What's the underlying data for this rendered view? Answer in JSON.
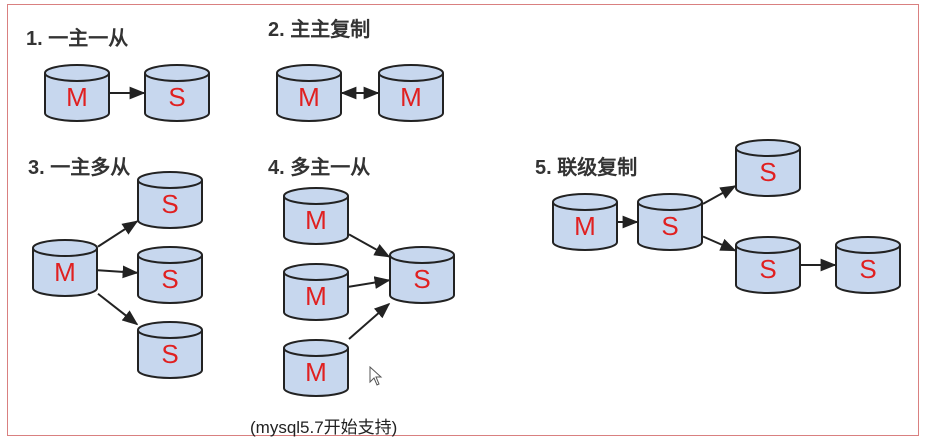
{
  "colors": {
    "cylinder_fill": "#c7d7ee",
    "cylinder_stroke": "#222222",
    "letter": "#e02020",
    "arrow": "#222222",
    "frame_border": "#d98080"
  },
  "sections": [
    {
      "id": "s1",
      "label": "1. 一主一从"
    },
    {
      "id": "s2",
      "label": "2. 主主复制"
    },
    {
      "id": "s3",
      "label": "3. 一主多从"
    },
    {
      "id": "s4",
      "label": "4. 多主一从"
    },
    {
      "id": "s5",
      "label": "5. 联级复制"
    }
  ],
  "roles": {
    "master": "M",
    "slave": "S"
  },
  "note": "(mysql5.7开始支持)",
  "nodes": [
    {
      "id": "n1",
      "role": "master"
    },
    {
      "id": "n2",
      "role": "slave"
    },
    {
      "id": "n3",
      "role": "master"
    },
    {
      "id": "n4",
      "role": "master"
    },
    {
      "id": "n5",
      "role": "master"
    },
    {
      "id": "n6",
      "role": "slave"
    },
    {
      "id": "n7",
      "role": "slave"
    },
    {
      "id": "n8",
      "role": "slave"
    },
    {
      "id": "n9",
      "role": "master"
    },
    {
      "id": "n10",
      "role": "master"
    },
    {
      "id": "n11",
      "role": "master"
    },
    {
      "id": "n12",
      "role": "slave"
    },
    {
      "id": "n13",
      "role": "master"
    },
    {
      "id": "n14",
      "role": "slave"
    },
    {
      "id": "n15",
      "role": "slave"
    },
    {
      "id": "n16",
      "role": "slave"
    },
    {
      "id": "n17",
      "role": "slave"
    }
  ],
  "edges": [
    {
      "from": "n1",
      "to": "n2"
    },
    {
      "from": "n3",
      "to": "n4",
      "bidirectional": true
    },
    {
      "from": "n5",
      "to": "n6"
    },
    {
      "from": "n5",
      "to": "n7"
    },
    {
      "from": "n5",
      "to": "n8"
    },
    {
      "from": "n9",
      "to": "n12"
    },
    {
      "from": "n10",
      "to": "n12"
    },
    {
      "from": "n11",
      "to": "n12"
    },
    {
      "from": "n13",
      "to": "n14"
    },
    {
      "from": "n14",
      "to": "n15"
    },
    {
      "from": "n14",
      "to": "n16"
    },
    {
      "from": "n16",
      "to": "n17"
    }
  ]
}
